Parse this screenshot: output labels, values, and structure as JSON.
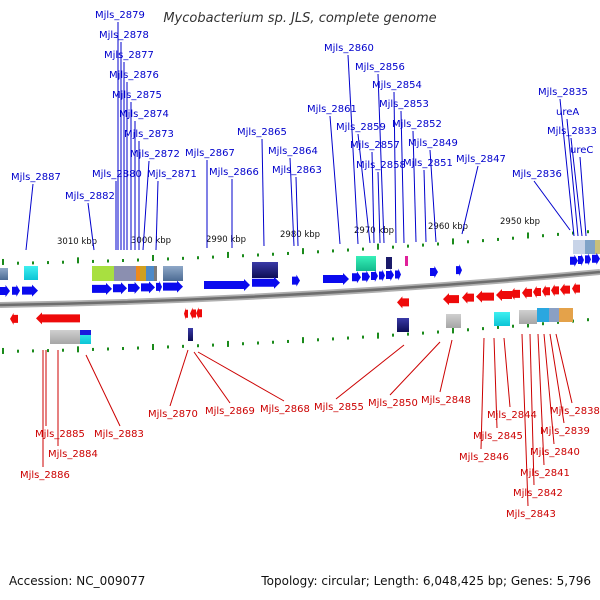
{
  "title": "Mycobacterium sp. JLS, complete genome",
  "footer": {
    "accession": "Accession: NC_009077",
    "summary": "Topology: circular; Length: 6,048,425 bp; Genes: 5,796"
  },
  "scale_labels": [
    "3010 kbp",
    "3000 kbp",
    "2990 kbp",
    "2980 kbp",
    "2970 kbp",
    "2960 kbp",
    "2950 kbp"
  ],
  "top_genes": [
    "Mjls_2879",
    "Mjls_2878",
    "Mjls_2877",
    "Mjls_2876",
    "Mjls_2875",
    "Mjls_2874",
    "Mjls_2873",
    "Mjls_2872",
    "Mjls_2880",
    "Mjls_2871",
    "Mjls_2887",
    "Mjls_2882",
    "Mjls_2867",
    "Mjls_2866",
    "Mjls_2865",
    "Mjls_2864",
    "Mjls_2863",
    "Mjls_2860",
    "Mjls_2856",
    "Mjls_2854",
    "Mjls_2853",
    "Mjls_2861",
    "Mjls_2859",
    "Mjls_2852",
    "Mjls_2857",
    "Mjls_2849",
    "Mjls_2858",
    "Mjls_2851",
    "Mjls_2847",
    "Mjls_2835",
    "ureA",
    "Mjls_2833",
    "ureC",
    "Mjls_2836"
  ],
  "bottom_genes": [
    "Mjls_2870",
    "Mjls_2869",
    "Mjls_2868",
    "Mjls_2855",
    "Mjls_2850",
    "Mjls_2848",
    "Mjls_2885",
    "Mjls_2884",
    "Mjls_2886",
    "Mjls_2883",
    "Mjls_2844",
    "Mjls_2845",
    "Mjls_2846",
    "Mjls_2838",
    "Mjls_2839",
    "Mjls_2840",
    "Mjls_2841",
    "Mjls_2842",
    "Mjls_2843"
  ],
  "colors": {
    "forward": "#0a0aee",
    "reverse": "#ee0a0a",
    "backbone": "#777777",
    "tick": "#1a8a1a"
  }
}
